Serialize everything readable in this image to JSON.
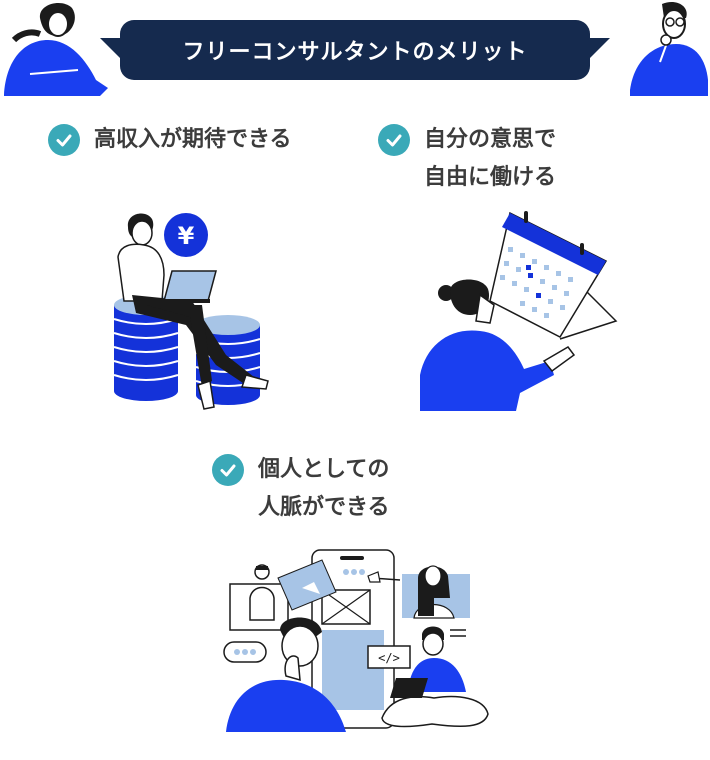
{
  "title": "フリーコンサルタントのメリット",
  "benefits": [
    {
      "lines": [
        "高収入が期待できる"
      ]
    },
    {
      "lines": [
        "自分の意思で",
        "自由に働ける"
      ]
    },
    {
      "lines": [
        "個人としての",
        "人脈ができる"
      ]
    }
  ],
  "illustrations": {
    "yen_symbol": "¥",
    "code_tag": "</>"
  },
  "colors": {
    "ribbon": "#152a4e",
    "check": "#3aa9b8",
    "accent_blue": "#1432d9",
    "light_blue": "#a7c4e6",
    "text": "#3c3c3c"
  }
}
